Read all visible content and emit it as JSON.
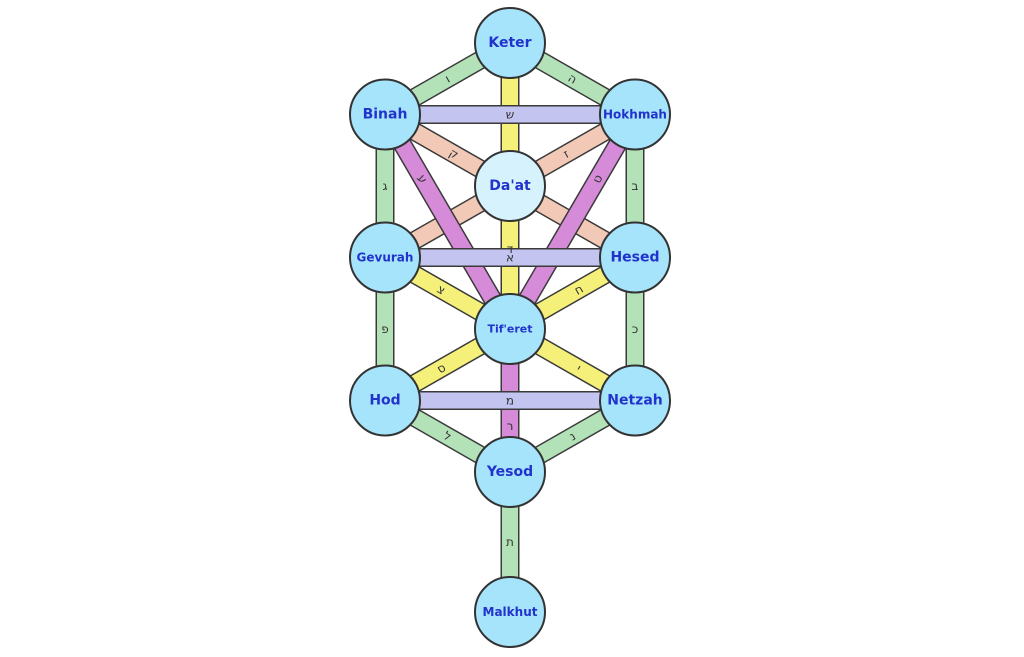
{
  "title": "Tree of Life",
  "colors": {
    "node_fill": "#a6e4fb",
    "node_fill_daat": "#d6f2fc",
    "node_stroke": "#333333",
    "label": "#2233cc",
    "green": "#b4e2b8",
    "yellow": "#f4f07a",
    "purple": "#c4c4f0",
    "peach": "#f2c9b6",
    "magenta": "#d58bd8"
  },
  "sefirot": [
    {
      "id": "keter",
      "label": "Keter",
      "col": 1,
      "row": 0
    },
    {
      "id": "binah",
      "label": "Binah",
      "col": 0,
      "row": 1
    },
    {
      "id": "hokhmah",
      "label": "Hokhmah",
      "col": 2,
      "row": 1
    },
    {
      "id": "daat",
      "label": "Da'at",
      "col": 1,
      "row": 2
    },
    {
      "id": "gevurah",
      "label": "Gevurah",
      "col": 0,
      "row": 3
    },
    {
      "id": "hesed",
      "label": "Hesed",
      "col": 2,
      "row": 3
    },
    {
      "id": "tiferet",
      "label": "Tif'eret",
      "col": 1,
      "row": 4
    },
    {
      "id": "hod",
      "label": "Hod",
      "col": 0,
      "row": 5
    },
    {
      "id": "netzah",
      "label": "Netzah",
      "col": 2,
      "row": 5
    },
    {
      "id": "yesod",
      "label": "Yesod",
      "col": 1,
      "row": 6
    },
    {
      "id": "malkhut",
      "label": "Malkhut",
      "col": 1,
      "row": 8
    }
  ],
  "paths": [
    {
      "from": "keter",
      "to": "tiferet",
      "color": "yellow",
      "letter": "ד",
      "letter_pos": 0.72
    },
    {
      "from": "keter",
      "to": "binah",
      "color": "green",
      "letter": "ו",
      "letter_pos": 0.5
    },
    {
      "from": "keter",
      "to": "hokhmah",
      "color": "green",
      "letter": "ה",
      "letter_pos": 0.5
    },
    {
      "from": "binah",
      "to": "hokhmah",
      "color": "purple",
      "letter": "ש",
      "letter_pos": 0.5
    },
    {
      "from": "binah",
      "to": "daat",
      "color": "peach",
      "letter": "ק",
      "letter_pos": 0.55
    },
    {
      "from": "hokhmah",
      "to": "daat",
      "color": "peach",
      "letter": "ז",
      "letter_pos": 0.55
    },
    {
      "from": "gevurah",
      "to": "daat",
      "color": "peach",
      "letter": "",
      "letter_pos": 0.5
    },
    {
      "from": "hesed",
      "to": "daat",
      "color": "peach",
      "letter": "",
      "letter_pos": 0.5
    },
    {
      "from": "binah",
      "to": "tiferet",
      "color": "magenta",
      "letter": "ע",
      "letter_pos": 0.3
    },
    {
      "from": "hokhmah",
      "to": "tiferet",
      "color": "magenta",
      "letter": "ט",
      "letter_pos": 0.3
    },
    {
      "from": "binah",
      "to": "gevurah",
      "color": "green",
      "letter": "ג",
      "letter_pos": 0.5
    },
    {
      "from": "hokhmah",
      "to": "hesed",
      "color": "green",
      "letter": "ב",
      "letter_pos": 0.5
    },
    {
      "from": "gevurah",
      "to": "hesed",
      "color": "purple",
      "letter": "א",
      "letter_pos": 0.5
    },
    {
      "from": "gevurah",
      "to": "tiferet",
      "color": "yellow",
      "letter": "צ",
      "letter_pos": 0.45
    },
    {
      "from": "hesed",
      "to": "tiferet",
      "color": "yellow",
      "letter": "ח",
      "letter_pos": 0.45
    },
    {
      "from": "gevurah",
      "to": "hod",
      "color": "green",
      "letter": "פ",
      "letter_pos": 0.5
    },
    {
      "from": "hesed",
      "to": "netzah",
      "color": "green",
      "letter": "כ",
      "letter_pos": 0.5
    },
    {
      "from": "tiferet",
      "to": "yesod",
      "color": "magenta",
      "letter": "ר",
      "letter_pos": 0.68
    },
    {
      "from": "hod",
      "to": "tiferet",
      "color": "yellow",
      "letter": "ס",
      "letter_pos": 0.45
    },
    {
      "from": "netzah",
      "to": "tiferet",
      "color": "yellow",
      "letter": "י",
      "letter_pos": 0.45
    },
    {
      "from": "hod",
      "to": "netzah",
      "color": "purple",
      "letter": "מ",
      "letter_pos": 0.5
    },
    {
      "from": "hod",
      "to": "yesod",
      "color": "green",
      "letter": "ל",
      "letter_pos": 0.5
    },
    {
      "from": "netzah",
      "to": "yesod",
      "color": "green",
      "letter": "נ",
      "letter_pos": 0.5
    },
    {
      "from": "yesod",
      "to": "malkhut",
      "color": "green",
      "letter": "ת",
      "letter_pos": 0.5
    }
  ]
}
